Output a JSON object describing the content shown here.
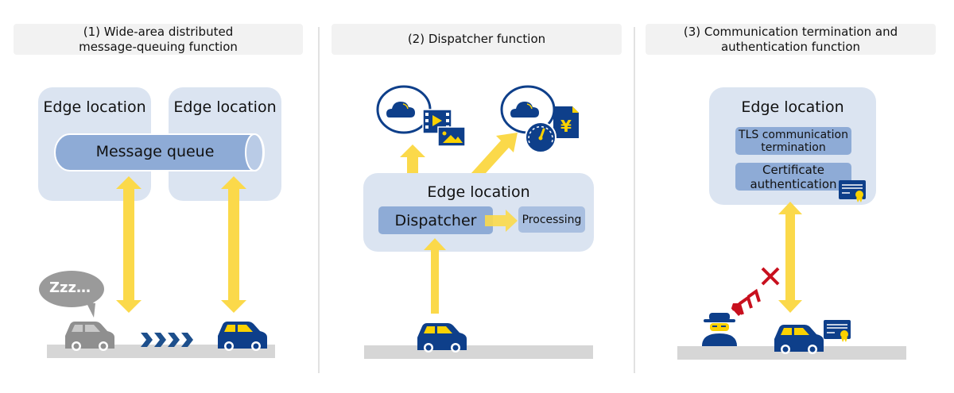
{
  "colors": {
    "accent_yellow": "#fbd94a",
    "navy": "#0e3f8a",
    "edge_box": "#dbe4f1",
    "inner_box": "#8eabd6",
    "road": "#d6d6d6",
    "sleep_gray": "#9a9a9a",
    "block_red": "#c8101e",
    "header_bg": "#f2f2f2"
  },
  "panels": [
    {
      "title_line1": "(1) Wide-area distributed",
      "title_line2": "message-queuing function",
      "edge_left_label": "Edge location",
      "edge_right_label": "Edge location",
      "queue_label": "Message queue",
      "sleep_bubble_text": "Zzz…",
      "icons": [
        "sleeping-car-icon",
        "moving-chevrons-icon",
        "active-car-icon"
      ]
    },
    {
      "title": "(2) Dispatcher function",
      "edge_label": "Edge location",
      "dispatcher_label": "Dispatcher",
      "processing_label": "Processing",
      "icons": [
        "cloud-media-icon",
        "cloud-billing-meter-icon",
        "car-icon"
      ]
    },
    {
      "title_line1": "(3) Communication termination and",
      "title_line2": "authentication function",
      "edge_label": "Edge location",
      "tls_line1": "TLS communication",
      "tls_line2": "termination",
      "cert_line1": "Certificate",
      "cert_line2": "authentication",
      "icons": [
        "certificate-icon",
        "attacker-icon",
        "blocked-x-icon",
        "car-icon"
      ]
    }
  ]
}
